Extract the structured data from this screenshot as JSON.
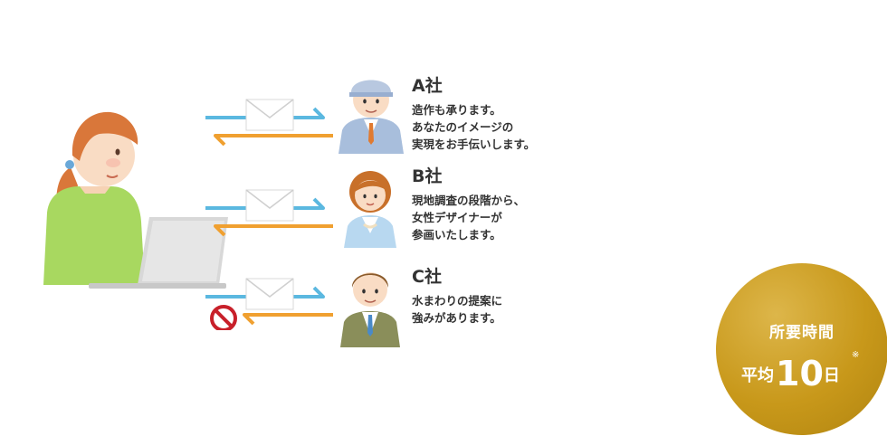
{
  "companies": [
    {
      "name": "A社",
      "lines": [
        "造作も承ります。",
        "あなたのイメージの",
        "実現をお手伝いします。"
      ]
    },
    {
      "name": "B社",
      "lines": [
        "現地調査の段階から、",
        "女性デザイナーが",
        "参画いたします。"
      ]
    },
    {
      "name": "C社",
      "lines": [
        "水まわりの提案に",
        "強みがあります。"
      ]
    }
  ],
  "badge": {
    "label": "所要時間",
    "prefix": "平均",
    "number": "10",
    "unit": "日",
    "note": "※"
  },
  "colors": {
    "send_arrow": "#5bb8e0",
    "reply_arrow": "#f0a030",
    "badge_gold": "#c8981a",
    "stop_red": "#c8202a"
  },
  "icons": [
    "woman-laptop-illustration",
    "mail-envelope-icon",
    "worker-avatar",
    "woman-avatar",
    "businessman-avatar",
    "no-entry-icon"
  ]
}
